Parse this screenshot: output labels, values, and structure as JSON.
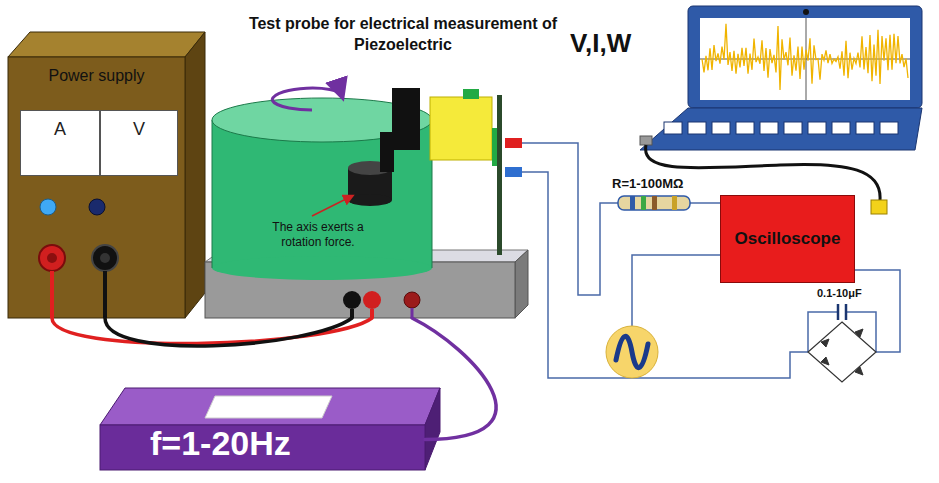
{
  "diagram": {
    "title": "Test probe for electrical measurement of Piezoelectric",
    "nodes": [
      {
        "text": [
          "Power supply"
        ]
      },
      {
        "text": [
          "A"
        ],
        "in": 0
      },
      {
        "text": [
          "V"
        ],
        "in": 0
      },
      {
        "text": [
          "The axis exerts a rotation force."
        ]
      },
      {
        "text": [
          "Oscilloscope"
        ]
      },
      {
        "text": [
          "f=1-20Hz"
        ]
      }
    ],
    "edges": [
      {
        "from": 0,
        "to": 3,
        "arrow": "none"
      },
      {
        "from": 0,
        "to": 3,
        "arrow": "none"
      },
      {
        "from": 5,
        "to": 3,
        "arrow": "none"
      }
    ],
    "labels": [
      "V,I,W",
      "R=1-100MΩ",
      "0.1-10μF"
    ]
  }
}
